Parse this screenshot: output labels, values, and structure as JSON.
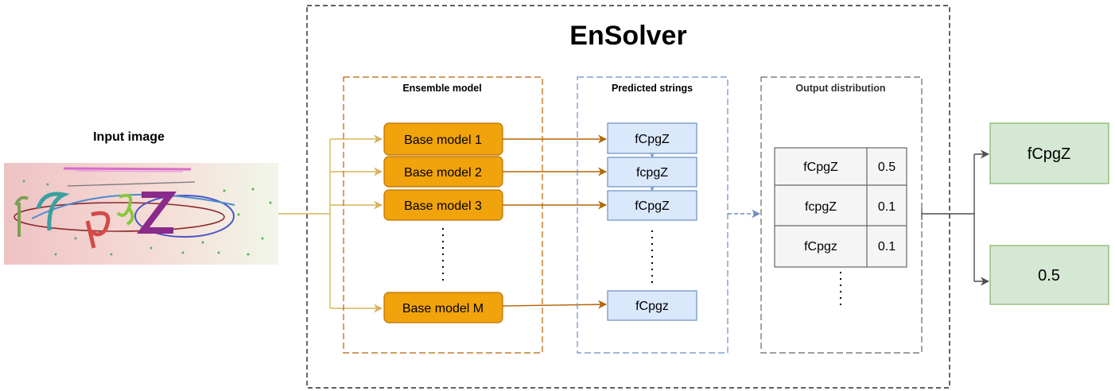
{
  "title": "EnSolver",
  "input": {
    "label": "Input image",
    "captcha_text": "fCpgZ"
  },
  "ensemble": {
    "title": "Ensemble model",
    "models": [
      "Base model 1",
      "Base model 2",
      "Base model 3",
      "Base model M"
    ]
  },
  "predicted": {
    "title": "Predicted strings",
    "strings": [
      "fCpgZ",
      "fcpgZ",
      "fCpgZ",
      "fCpgz"
    ]
  },
  "distribution": {
    "title": "Output distribution",
    "rows": [
      {
        "string": "fCpgZ",
        "prob": "0.5"
      },
      {
        "string": "fcpgZ",
        "prob": "0.1"
      },
      {
        "string": "fCpgz",
        "prob": "0.1"
      }
    ]
  },
  "outputs": [
    "fCpgZ",
    "0.5"
  ],
  "colors": {
    "model_fill": "#f0a30a",
    "model_stroke": "#bd7000",
    "string_fill": "#dae8fc",
    "string_stroke": "#6c8ebf",
    "output_fill": "#d5e8d4",
    "output_stroke": "#82b366",
    "table_fill": "#f5f5f5",
    "table_stroke": "#666666",
    "model_arrow": "#b46504",
    "input_arrow": "#d6b656",
    "dist_arrow": "#6c8ebf",
    "output_arrow": "#4d4d4d"
  }
}
